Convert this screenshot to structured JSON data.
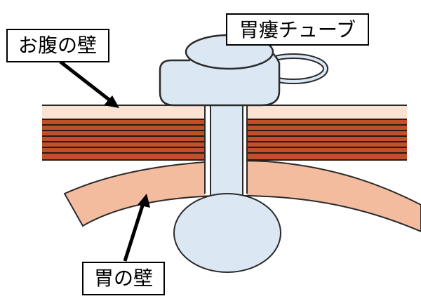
{
  "labels": {
    "abdominal_wall": "お腹の壁",
    "gastrostomy_tube": "胃瘻チューブ",
    "stomach_wall": "胃の壁"
  },
  "colors": {
    "tube_fill": "#dbe8f4",
    "tube_stroke": "#2a2a2a",
    "skin": "#fbe3d4",
    "muscle": "#c0502a",
    "muscle_line": "#2b1a12",
    "stomach_wall": "#f3bc9e",
    "arrow": "#000000"
  }
}
